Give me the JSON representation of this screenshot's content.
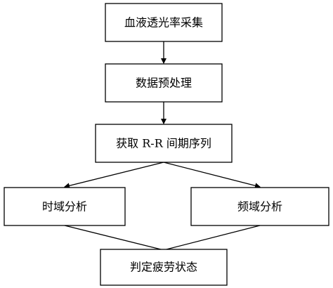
{
  "diagram": {
    "nodes": [
      {
        "id": "collect",
        "label": "血液透光率采集"
      },
      {
        "id": "preprocess",
        "label": "数据预处理"
      },
      {
        "id": "rr",
        "label": "获取 R-R 间期序列"
      },
      {
        "id": "time",
        "label": "时域分析"
      },
      {
        "id": "freq",
        "label": "频域分析"
      },
      {
        "id": "judge",
        "label": "判定疲劳状态"
      }
    ],
    "edges": [
      {
        "from": "collect",
        "to": "preprocess",
        "arrow": true
      },
      {
        "from": "preprocess",
        "to": "rr",
        "arrow": true
      },
      {
        "from": "rr",
        "to": "time",
        "arrow": true
      },
      {
        "from": "rr",
        "to": "freq",
        "arrow": true
      },
      {
        "from": "time",
        "to": "judge",
        "arrow": false
      },
      {
        "from": "freq",
        "to": "judge",
        "arrow": false
      }
    ]
  }
}
